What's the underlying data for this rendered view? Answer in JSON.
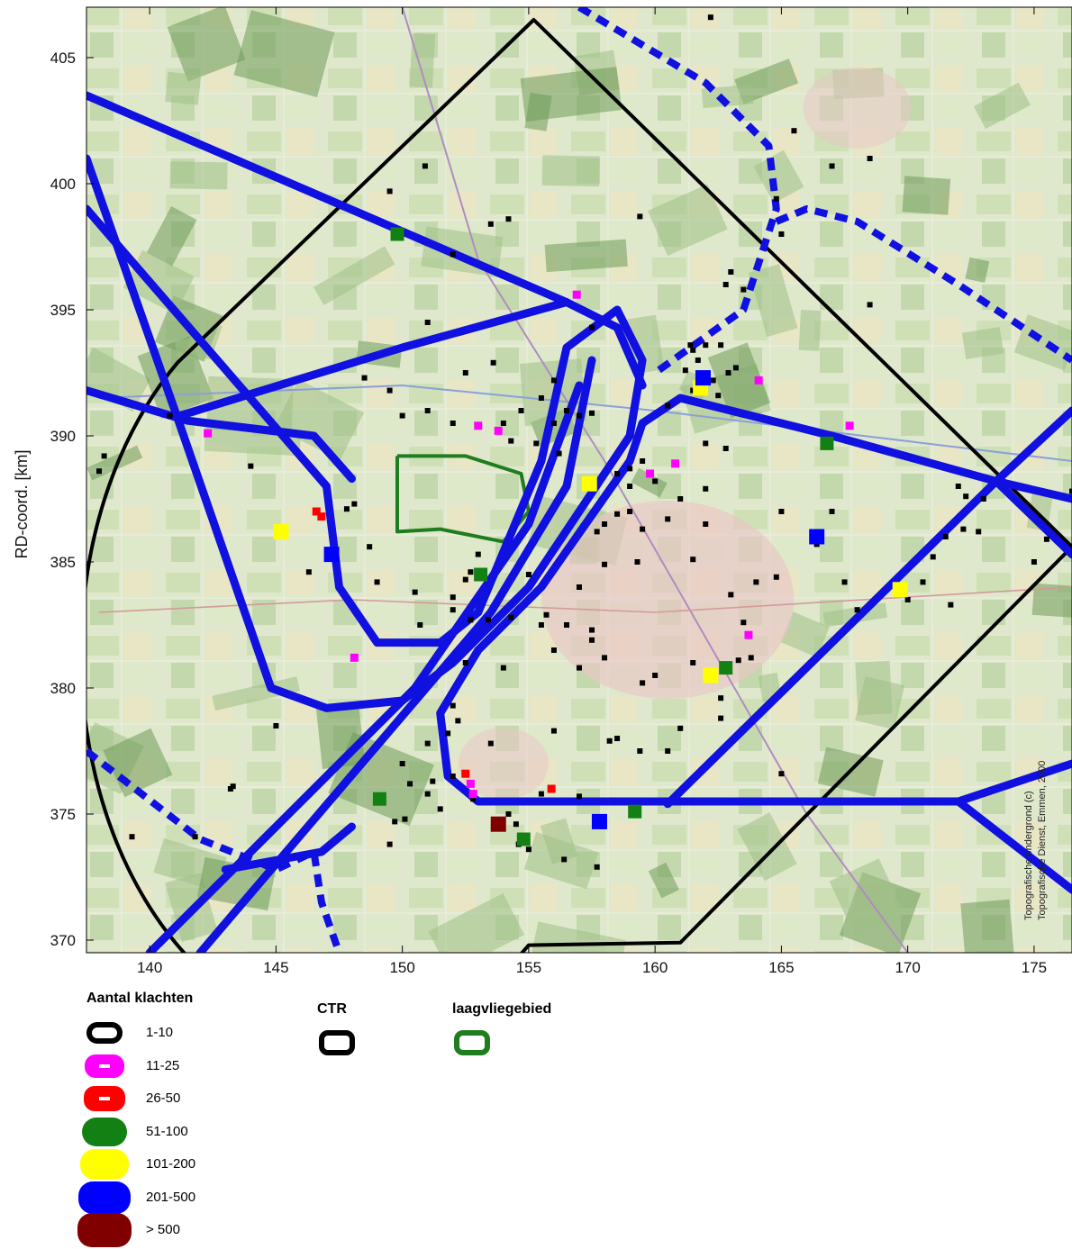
{
  "map": {
    "y_axis_title": "RD-coord. [km]",
    "x_ticks": [
      "140",
      "145",
      "150",
      "155",
      "160",
      "165",
      "170",
      "175"
    ],
    "y_ticks": [
      "405",
      "400",
      "395",
      "390",
      "385",
      "380",
      "375",
      "370"
    ],
    "x_range_km": [
      137.5,
      176.5
    ],
    "y_range_km": [
      369.5,
      407
    ],
    "credit_line1": "Topografische ondergrond (c)",
    "credit_line2": "Topografische Dienst, Emmen, 2000",
    "colors": {
      "ctr": "#000000",
      "low_flying_area": "#1e7d1e",
      "routes": "#1010e0",
      "map_base": "#d8e4c8"
    }
  },
  "legend": {
    "complaints_title": "Aantal klachten",
    "complaints_classes": [
      {
        "label": "1-10",
        "color": "#000000"
      },
      {
        "label": "11-25",
        "color": "#ff00ff"
      },
      {
        "label": "26-50",
        "color": "#ff0000"
      },
      {
        "label": "51-100",
        "color": "#138013"
      },
      {
        "label": "101-200",
        "color": "#ffff00"
      },
      {
        "label": "201-500",
        "color": "#0000ff"
      },
      {
        "label": "> 500",
        "color": "#800000"
      }
    ],
    "ctr_title": "CTR",
    "low_flying_title": "laagvliegebied"
  }
}
